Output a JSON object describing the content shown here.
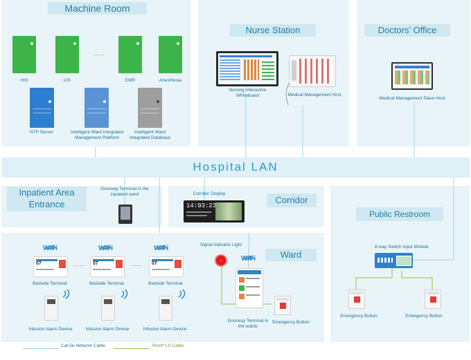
{
  "colors": {
    "zone": "#e9f4f8",
    "header": "#cfe8f1",
    "accent": "#1f7fa8",
    "cat5e": "#9fd3ea",
    "rvv": "#8cc63f",
    "server_green": "#3cb44a",
    "server_blue": "#2f7fd0",
    "server_gray": "#9e9e9e"
  },
  "machine_room": {
    "title": "Machine Room",
    "servers": {
      "his": "HIS",
      "lis": "LIS",
      "ellipsis": "……",
      "emr": "EMR",
      "anesthesia": "Anesthesia"
    },
    "ntp": "NTP Server",
    "platform": "Intelligent Ward Integrated Management Platform",
    "database": "Intelligent Ward Integrated Database"
  },
  "nurse_station": {
    "title": "Nurse Station",
    "whiteboard": "Nursing Interactive Whiteboard",
    "host": "Medical Management Host"
  },
  "doctors_office": {
    "title": "Doctors’ Office",
    "slave_host": "Medical Management Slave Host"
  },
  "lan": {
    "title": "Hospital LAN"
  },
  "inpatient_entrance": {
    "title_line1": "Inpatient Area",
    "title_line2": "Entrance",
    "terminal": "Doorway Terminal in the inpatient ward"
  },
  "corridor": {
    "title": "Corridor",
    "display_label": "Corridor Display",
    "clock": "14:03:23"
  },
  "ward": {
    "title": "Ward",
    "wifi": "WiFi",
    "bedside": "Bedside Terminal",
    "bed_number": "07",
    "ellipsis": "……",
    "alarm": "Infusion Alarm Device",
    "signal": "Signal indicator Light",
    "doorway": "Doorway Terminal in the wards",
    "emergency": "Emergency Button"
  },
  "public_restroom": {
    "title": "Public Restroom",
    "switch": "8-way Switch Input Module",
    "emergency": "Emergency Button"
  },
  "legend": {
    "cat5e": "Cat-5e Network Cable",
    "rvv": "Rvv4*1.0 Cable"
  }
}
